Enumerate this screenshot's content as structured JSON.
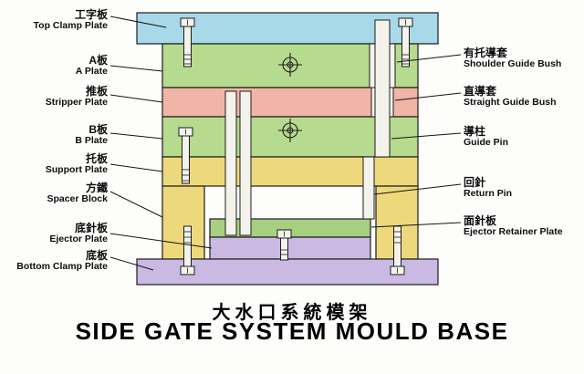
{
  "diagram": {
    "title_zh": "大水口系統模架",
    "title_en": "SIDE GATE SYSTEM MOULD BASE",
    "left_labels": [
      {
        "zh": "工字板",
        "en": "Top Clamp Plate"
      },
      {
        "zh": "A板",
        "en": "A Plate"
      },
      {
        "zh": "推板",
        "en": "Stripper Plate"
      },
      {
        "zh": "B板",
        "en": "B Plate"
      },
      {
        "zh": "托板",
        "en": "Support Plate"
      },
      {
        "zh": "方鐵",
        "en": "Spacer Block"
      },
      {
        "zh": "底針板",
        "en": "Ejector Plate"
      },
      {
        "zh": "底板",
        "en": "Bottom Clamp Plate"
      }
    ],
    "right_labels": [
      {
        "zh": "有托導套",
        "en": "Shoulder Guide Bush"
      },
      {
        "zh": "直導套",
        "en": "Straight Guide Bush"
      },
      {
        "zh": "導柱",
        "en": "Guide Pin"
      },
      {
        "zh": "回針",
        "en": "Return Pin"
      },
      {
        "zh": "面針板",
        "en": "Ejector Retainer Plate"
      }
    ],
    "colors": {
      "top_clamp_plate": "#a7d9e8",
      "a_plate": "#b6da8e",
      "stripper_plate": "#f1b5a7",
      "b_plate": "#b6da8e",
      "support_plate": "#eed87c",
      "spacer_block": "#eed87c",
      "ejector_retainer_plate": "#a6d07f",
      "ejector_plate": "#cabae3",
      "bottom_clamp_plate": "#cabae3",
      "metal": "#f3f3ec"
    }
  }
}
